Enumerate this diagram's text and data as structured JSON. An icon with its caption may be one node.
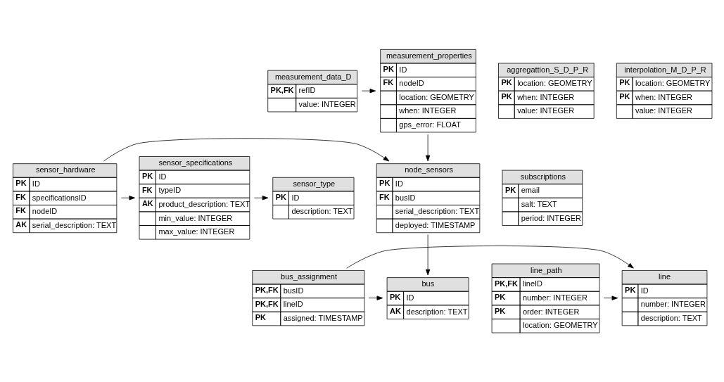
{
  "diagram": {
    "nodes": [
      {
        "text": [
          "measurement_properties",
          "PK",
          "ID",
          "FK",
          "nodeID",
          "location: GEOMETRY",
          "when: INTEGER",
          "gps_error: FLOAT"
        ]
      },
      {
        "text": [
          "measurement_data_D",
          "PK,FK",
          "refID",
          "value: INTEGER"
        ]
      },
      {
        "text": [
          "aggregattion_S_D_P_R",
          "PK",
          "location: GEOMETRY",
          "PK",
          "when: INTEGER",
          "value: INTEGER"
        ]
      },
      {
        "text": [
          "interpolation_M_D_P_R",
          "PK",
          "location: GEOMETRY",
          "PK",
          "when: INTEGER",
          "value: INTEGER"
        ]
      },
      {
        "text": [
          "subscriptions",
          "PK",
          "email",
          "salt: TEXT",
          "period: INTEGER"
        ]
      },
      {
        "text": [
          "node_sensors",
          "PK",
          "ID",
          "FK",
          "busID",
          "serial_description: TEXT",
          "deployed: TIMESTAMP"
        ]
      },
      {
        "text": [
          "sensor_hardware",
          "PK",
          "ID",
          "FK",
          "specificationsID",
          "FK",
          "nodeID",
          "AK",
          "serial_description: TEXT"
        ]
      },
      {
        "text": [
          "sensor_specifications",
          "PK",
          "ID",
          "FK",
          "typeID",
          "AK",
          "product_description: TEXT",
          "min_value: INTEGER",
          "max_value: INTEGER"
        ]
      },
      {
        "text": [
          "sensor_type",
          "PK",
          "ID",
          "description: TEXT"
        ]
      },
      {
        "text": [
          "bus",
          "PK",
          "ID",
          "AK",
          "description: TEXT"
        ]
      },
      {
        "text": [
          "bus_assignment",
          "PK,FK",
          "busID",
          "PK,FK",
          "lineID",
          "PK",
          "assigned: TIMESTAMP"
        ]
      },
      {
        "text": [
          "line",
          "PK",
          "ID",
          "number: INTEGER",
          "description: TEXT"
        ]
      },
      {
        "text": [
          "line_path",
          "PK,FK",
          "lineID",
          "PK",
          "number: INTEGER",
          "PK",
          "order: INTEGER",
          "location: GEOMETRY"
        ]
      }
    ],
    "edges": [
      {
        "from": 1,
        "to": 0,
        "arrow": "to"
      },
      {
        "from": 0,
        "to": 5,
        "arrow": "to"
      },
      {
        "from": 6,
        "to": 5,
        "arrow": "to"
      },
      {
        "from": 6,
        "to": 7,
        "arrow": "to"
      },
      {
        "from": 7,
        "to": 8,
        "arrow": "to"
      },
      {
        "from": 5,
        "to": 9,
        "arrow": "to"
      },
      {
        "from": 10,
        "to": 9,
        "arrow": "to"
      },
      {
        "from": 10,
        "to": 11,
        "arrow": "to"
      },
      {
        "from": 12,
        "to": 11,
        "arrow": "to"
      }
    ]
  }
}
